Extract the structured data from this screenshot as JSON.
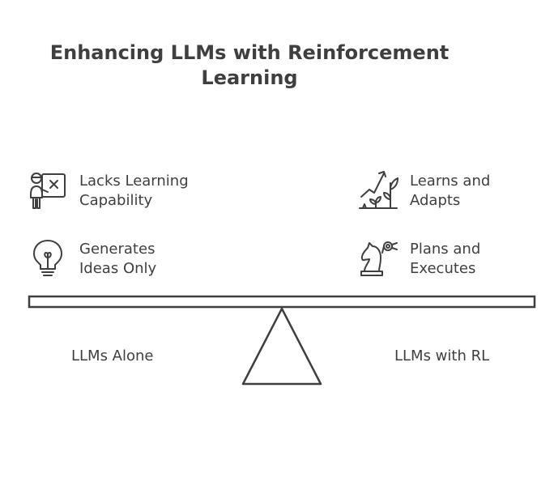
{
  "title": "Enhancing LLMs with Reinforcement Learning",
  "left": {
    "side_label": "LLMs Alone",
    "items": [
      {
        "line1": "Lacks Learning",
        "line2": "Capability",
        "icon": "teacher-board-x-icon"
      },
      {
        "line1": "Generates",
        "line2": "Ideas Only",
        "icon": "lightbulb-icon"
      }
    ]
  },
  "right": {
    "side_label": "LLMs with RL",
    "items": [
      {
        "line1": "Learns and",
        "line2": "Adapts",
        "icon": "growth-chart-plant-icon"
      },
      {
        "line1": "Plans and",
        "line2": "Executes",
        "icon": "chess-knight-icon"
      }
    ]
  },
  "colors": {
    "ink": "#3f3f3f",
    "background": "#ffffff"
  }
}
